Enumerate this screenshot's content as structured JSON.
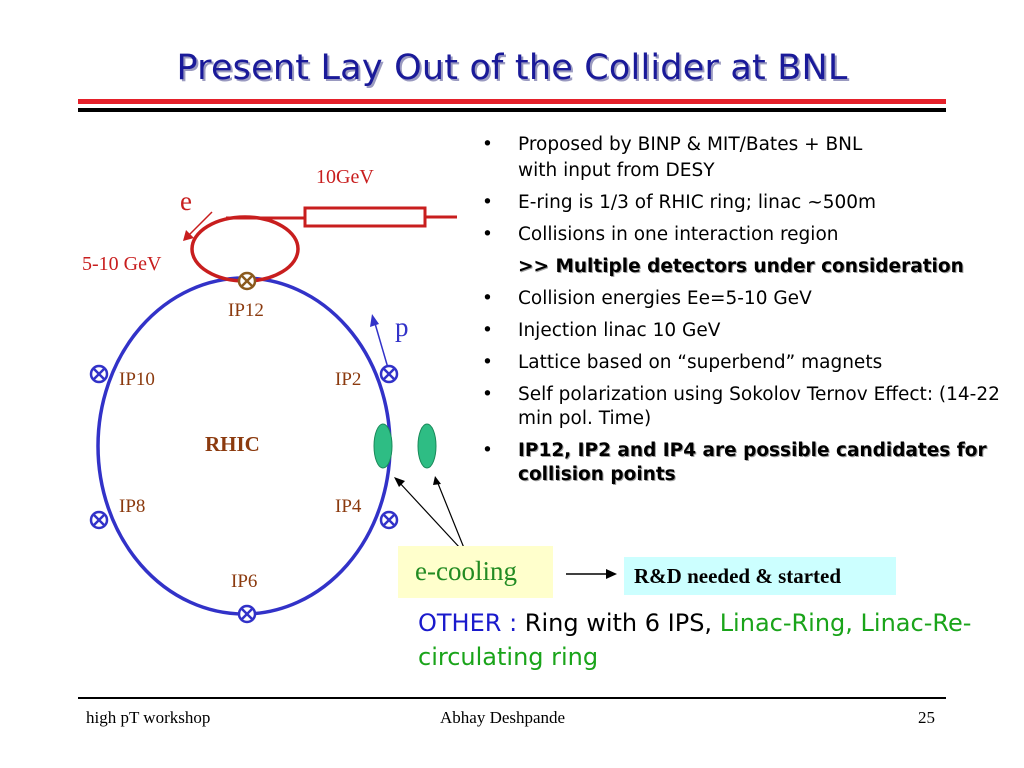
{
  "title": "Present Lay Out of the Collider at BNL",
  "diagram": {
    "label_10gev": "10GeV",
    "label_e": "e",
    "label_5_10": "5-10 GeV",
    "label_p": "p",
    "label_rhic": "RHIC",
    "ip12": "IP12",
    "ip10": "IP10",
    "ip2": "IP2",
    "ip8": "IP8",
    "ip4": "IP4",
    "ip6": "IP6",
    "colors": {
      "ring": "#3232c8",
      "electron": "#c81e1e",
      "cooler": "#2ebd84",
      "label": "#8b3a0e"
    }
  },
  "bullets": [
    {
      "text": "Proposed by BINP & MIT/Bates + BNL"
    },
    {
      "text": "with input from DESY",
      "continuation": true
    },
    {
      "text": "E-ring is 1/3 of RHIC ring; linac ~500m"
    },
    {
      "text": "Collisions in one interaction region"
    },
    {
      "text": ">> Multiple detectors under consideration",
      "continuation": true,
      "bold": true
    },
    {
      "text": "Collision energies Ee=5-10 GeV"
    },
    {
      "text": "Injection linac 10 GeV"
    },
    {
      "text": "Lattice based on “superbend” magnets"
    },
    {
      "text": "Self polarization using Sokolov Ternov Effect: (14-22 min pol. Time)"
    },
    {
      "text": "IP12, IP2 and IP4 are possible candidates for collision points",
      "bold": true
    }
  ],
  "bullet_symbol": "•",
  "ecooling": "e-cooling",
  "rnd": "R&D needed & started",
  "other": {
    "prefix": "OTHER : ",
    "ring": "Ring with 6 IPS, ",
    "green": "Linac-Ring, Linac-Re-circulating ring"
  },
  "footer": {
    "left": "high pT workshop",
    "center": "Abhay Deshpande",
    "right": "25"
  }
}
